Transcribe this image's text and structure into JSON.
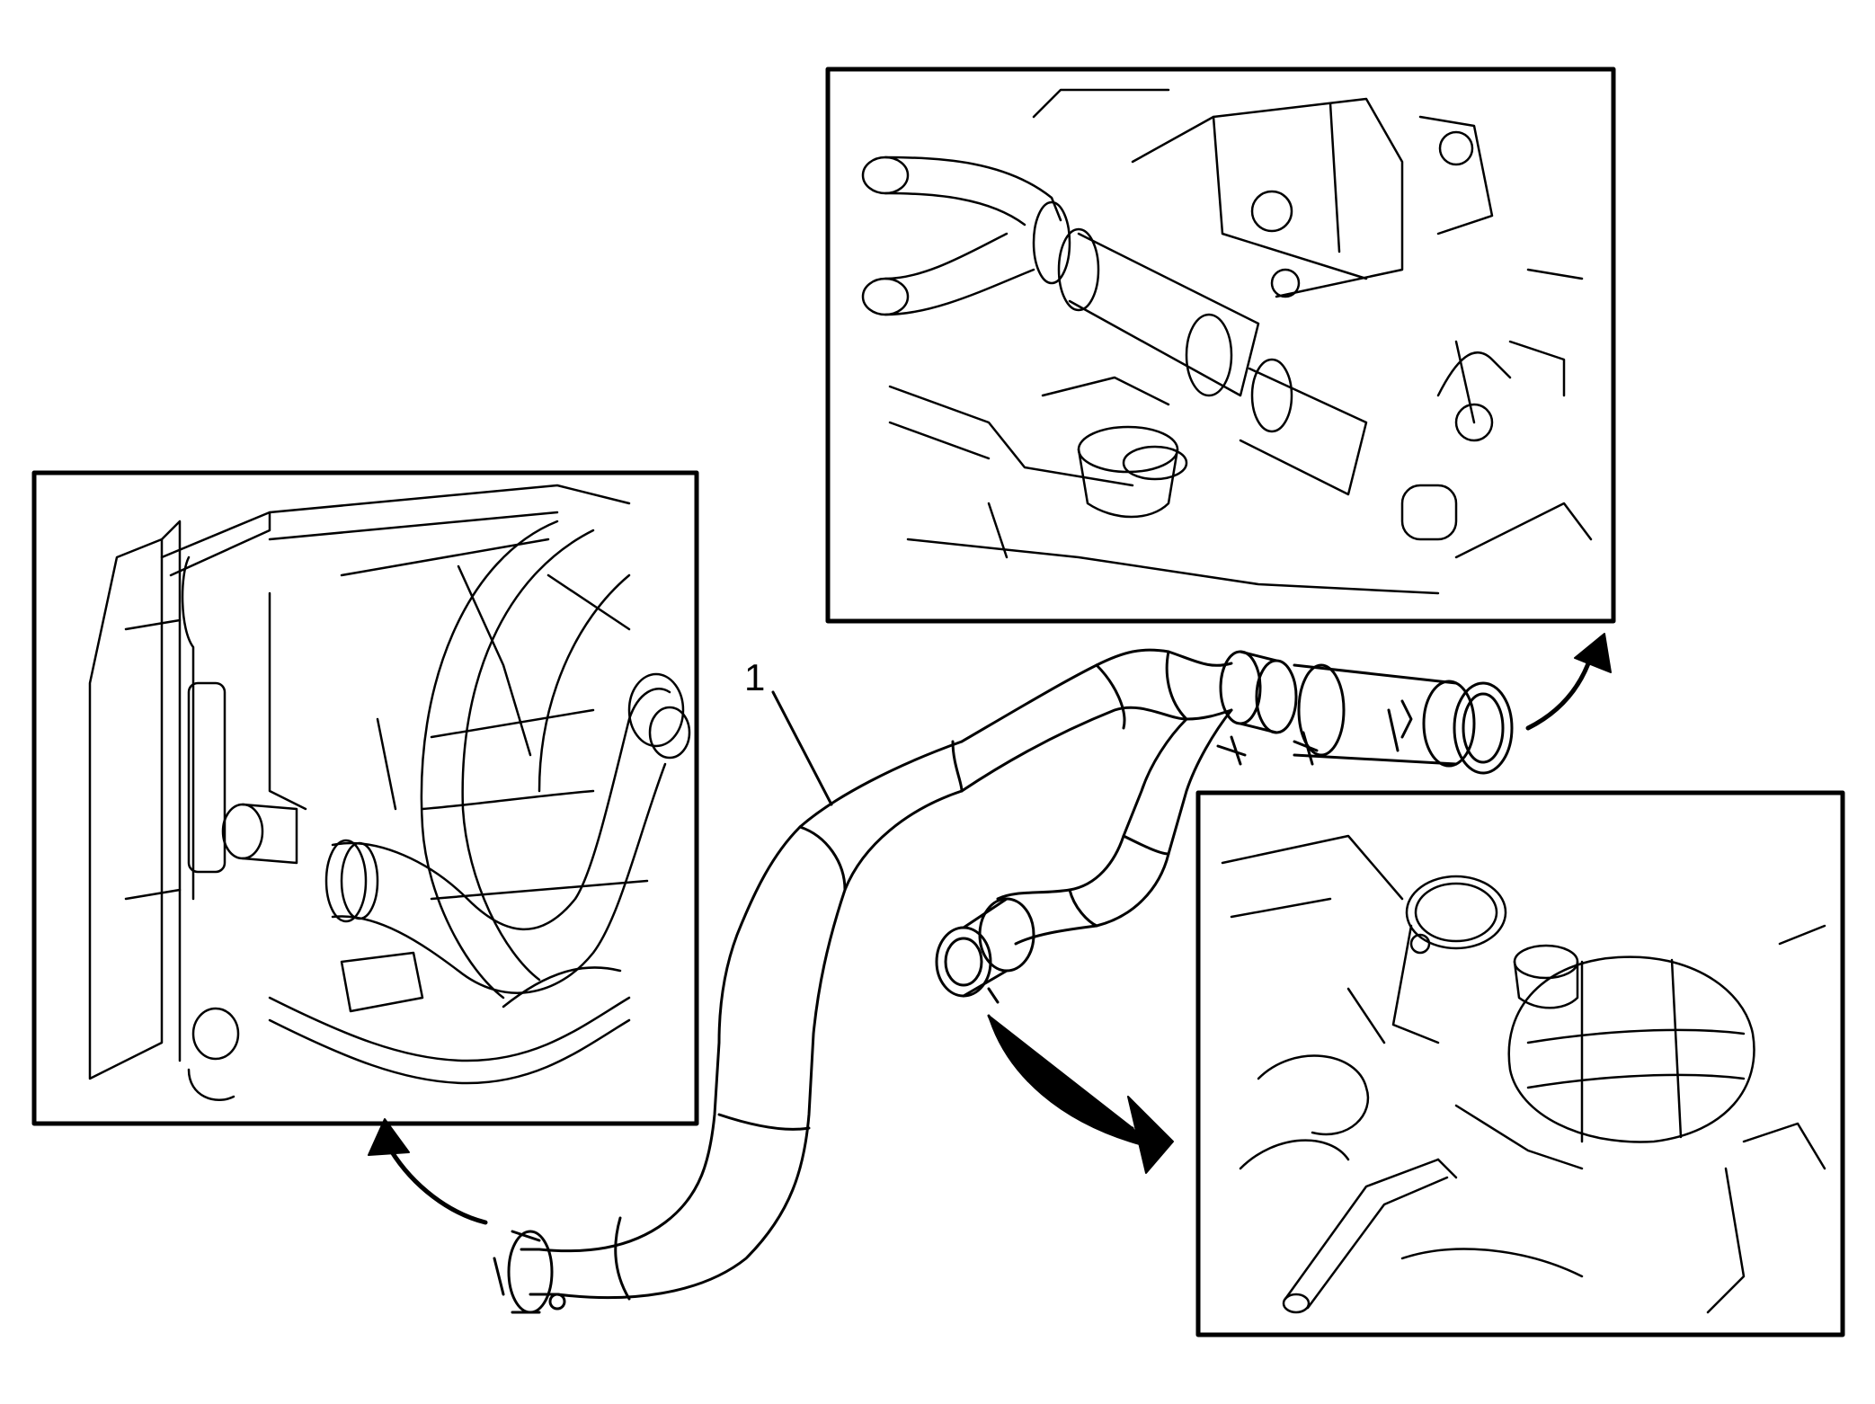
{
  "diagram": {
    "callouts": [
      {
        "id": "hose",
        "label": "1"
      }
    ],
    "colors": {
      "line": "#000000",
      "background": "#ffffff"
    },
    "insets": [
      {
        "name": "radiator-connection-view"
      },
      {
        "name": "engine-outlet-connection-view"
      },
      {
        "name": "surge-tank-connection-view"
      }
    ]
  }
}
